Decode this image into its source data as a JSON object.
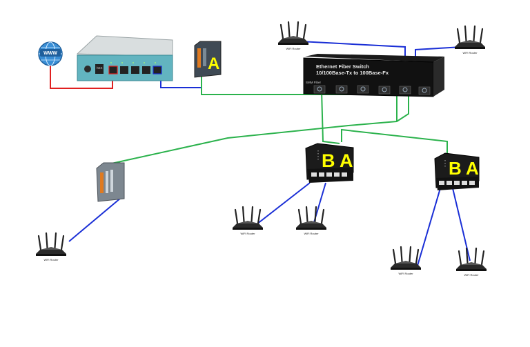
{
  "devices": {
    "internet": {
      "label": "WWW"
    },
    "router": {
      "brand": "hEX"
    },
    "switch": {
      "title": "Ethernet Fiber Switch",
      "speed": "10/100Base-Tx to 100Base-Fx",
      "fiber_label": "SMM Fiber"
    },
    "media_converters": [
      {
        "letter": "A"
      },
      {
        "letter_b": "B",
        "letter_a": "A"
      },
      {
        "letter_b": "B",
        "letter_a": "A"
      }
    ],
    "wifi_label": "WiFi Router"
  },
  "colors": {
    "wan_link": "#e02020",
    "ethernet_link": "#1a2fd6",
    "fiber_link": "#2bb24c",
    "letter": "#ffff00"
  }
}
